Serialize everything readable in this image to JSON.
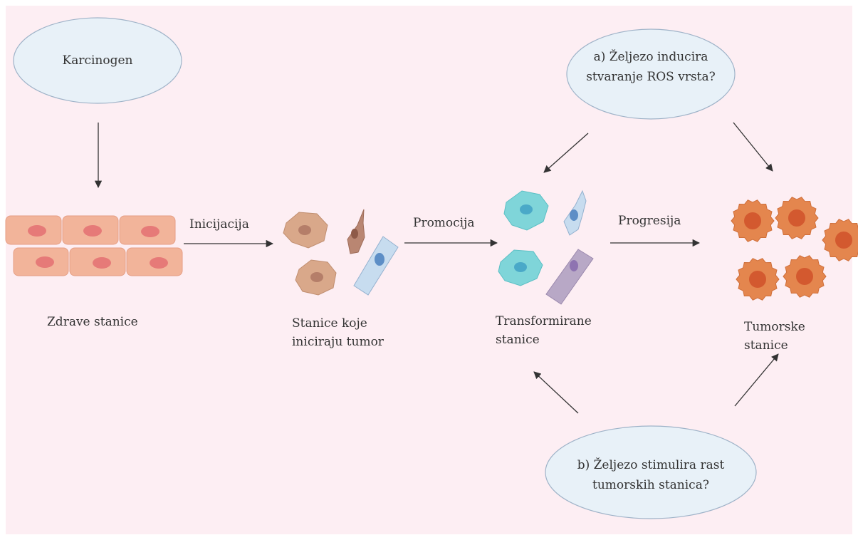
{
  "bubbles": {
    "carcinogen": "Karcinogen",
    "question_a_line1": "a) Željezo inducira",
    "question_a_line2": "stvaranje ROS vrsta?",
    "question_b_line1": "b) Željezo stimulira rast",
    "question_b_line2": "tumorskih stanica?"
  },
  "steps": {
    "initiation": "Inicijacija",
    "promotion": "Promocija",
    "progression": "Progresija"
  },
  "stages": {
    "healthy": "Zdrave stanice",
    "initiating_line1": "Stanice koje",
    "initiating_line2": "iniciraju tumor",
    "transformed_line1": "Transformirane",
    "transformed_line2": "stanice",
    "tumor_line1": "Tumorske",
    "tumor_line2": "stanice"
  },
  "colors": {
    "background": "#fdeef3",
    "bubble_fill": "#e8f1f8",
    "healthy_cell": "#f2b49a",
    "healthy_nucleus": "#e67a78",
    "tan_cell": "#d9a88a",
    "brown_cell": "#b98672",
    "blue_cell": "#c7dcef",
    "teal_cell": "#7fd5d9",
    "purple_cell": "#b8a8c6",
    "tumor_cell": "#e4864e",
    "tumor_nucleus": "#d3592f"
  }
}
